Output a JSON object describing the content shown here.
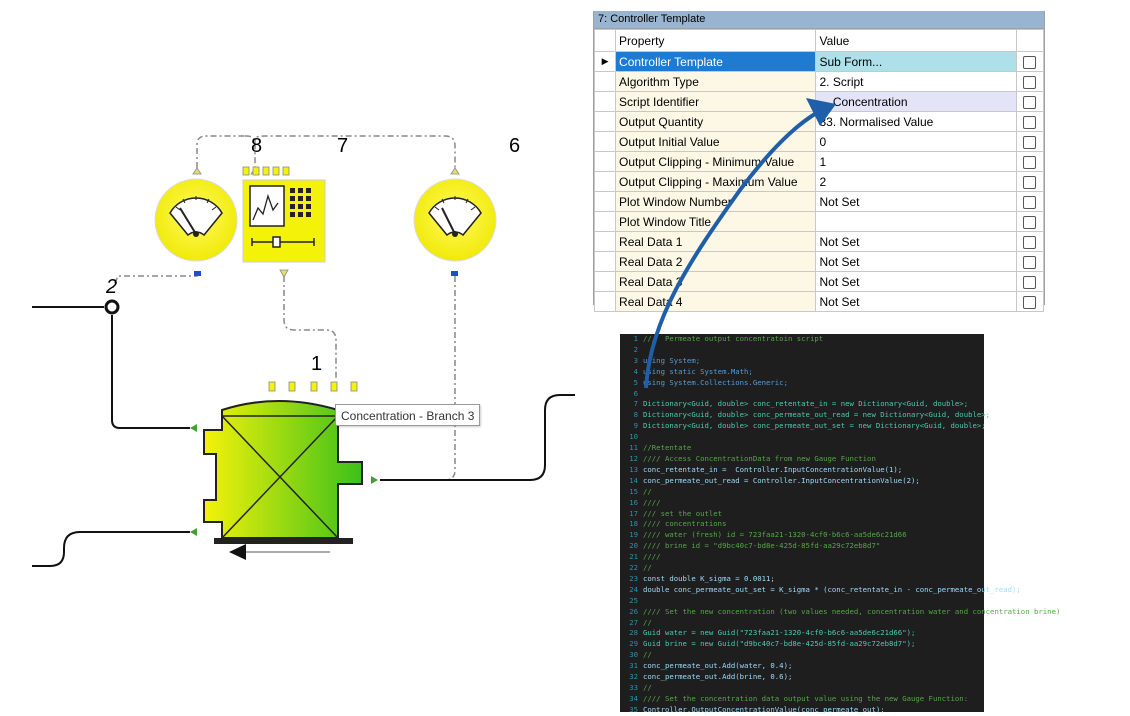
{
  "diagram": {
    "node_labels": [
      "8",
      "7",
      "6",
      "2",
      "1"
    ],
    "tooltip": "Concentration - Branch 3"
  },
  "property_grid": {
    "title": "7: Controller Template",
    "columns": [
      "Property",
      "Value"
    ],
    "rows": [
      {
        "property": "Controller Template",
        "value": "Sub Form..."
      },
      {
        "property": "Algorithm Type",
        "value": "2. Script"
      },
      {
        "property": "Script Identifier",
        "value": "... Concentration"
      },
      {
        "property": "Output Quantity",
        "value": "33. Normalised Value"
      },
      {
        "property": "Output Initial Value",
        "value": "0"
      },
      {
        "property": "Output Clipping - Minimum Value",
        "value": "1"
      },
      {
        "property": "Output Clipping - Maximum Value",
        "value": "2"
      },
      {
        "property": "Plot Window Number",
        "value": "Not Set"
      },
      {
        "property": "Plot Window Title",
        "value": ""
      },
      {
        "property": "Real Data 1",
        "value": "Not Set"
      },
      {
        "property": "Real Data  2",
        "value": "Not Set"
      },
      {
        "property": "Real Data  3",
        "value": "Not Set"
      },
      {
        "property": "Real Data 4",
        "value": "Not Set"
      }
    ]
  },
  "code": {
    "lines": [
      {
        "n": "1",
        "text": "///  Permeate output concentratoin script"
      },
      {
        "n": "2",
        "text": ""
      },
      {
        "n": "3",
        "text": "using System;"
      },
      {
        "n": "4",
        "text": "using static System.Math;"
      },
      {
        "n": "5",
        "text": "using System.Collections.Generic;"
      },
      {
        "n": "6",
        "text": ""
      },
      {
        "n": "7",
        "text": "Dictionary<Guid, double> conc_retentate_in = new Dictionary<Guid, double>;"
      },
      {
        "n": "8",
        "text": "Dictionary<Guid, double> conc_permeate_out_read = new Dictionary<Guid, double>;"
      },
      {
        "n": "9",
        "text": "Dictionary<Guid, double> conc_permeate_out_set = new Dictionary<Guid, double>;"
      },
      {
        "n": "10",
        "text": ""
      },
      {
        "n": "11",
        "text": "//Retentate"
      },
      {
        "n": "12",
        "text": "//// Access ConcentrationData from new Gauge Function"
      },
      {
        "n": "13",
        "text": "conc_retentate_in =  Controller.InputConcentrationValue(1);"
      },
      {
        "n": "14",
        "text": "conc_permeate_out_read = Controller.InputConcentrationValue(2);"
      },
      {
        "n": "15",
        "text": "//"
      },
      {
        "n": "16",
        "text": "////"
      },
      {
        "n": "17",
        "text": "/// set the outlet"
      },
      {
        "n": "18",
        "text": "//// concentrations"
      },
      {
        "n": "19",
        "text": "//// water (fresh) id = 723faa21-1320-4cf0-b6c6-aa5de6c21d66"
      },
      {
        "n": "20",
        "text": "//// brine id = \"d9bc40c7-bd8e-425d-85fd-aa29c72eb8d7\""
      },
      {
        "n": "21",
        "text": "////"
      },
      {
        "n": "22",
        "text": "//"
      },
      {
        "n": "23",
        "text": "const double K_sigma = 0.0011;"
      },
      {
        "n": "24",
        "text": "double conc_permeate_out_set = K_sigma * (conc_retentate_in - conc_permeate_out_read);"
      },
      {
        "n": "25",
        "text": ""
      },
      {
        "n": "26",
        "text": "//// Set the new concentration (two values needed, concentration water and concentration brine)"
      },
      {
        "n": "27",
        "text": "//"
      },
      {
        "n": "28",
        "text": "Guid water = new Guid(\"723faa21-1320-4cf0-b6c6-aa5de6c21d66\");"
      },
      {
        "n": "29",
        "text": "Guid brine = new Guid(\"d9bc40c7-bd8e-425d-85fd-aa29c72eb8d7\");"
      },
      {
        "n": "30",
        "text": "//"
      },
      {
        "n": "31",
        "text": "conc_permeate_out.Add(water, 0.4);"
      },
      {
        "n": "32",
        "text": "conc_permeate_out.Add(brine, 0.6);"
      },
      {
        "n": "33",
        "text": "//"
      },
      {
        "n": "34",
        "text": "//// Set the concentration data output value using the new Gauge Function:"
      },
      {
        "n": "35",
        "text": "Controller.OutputConcentrationValue(conc_permeate_out);"
      }
    ]
  },
  "colors": {
    "gauge_yellow": "#f5f20a",
    "vessel_green": "#3cc01a",
    "grid_title": "#99b4d1",
    "grid_selected": "#1f7bd1",
    "arrow": "#1f5ea8",
    "code_bg": "#1e1e1e"
  }
}
